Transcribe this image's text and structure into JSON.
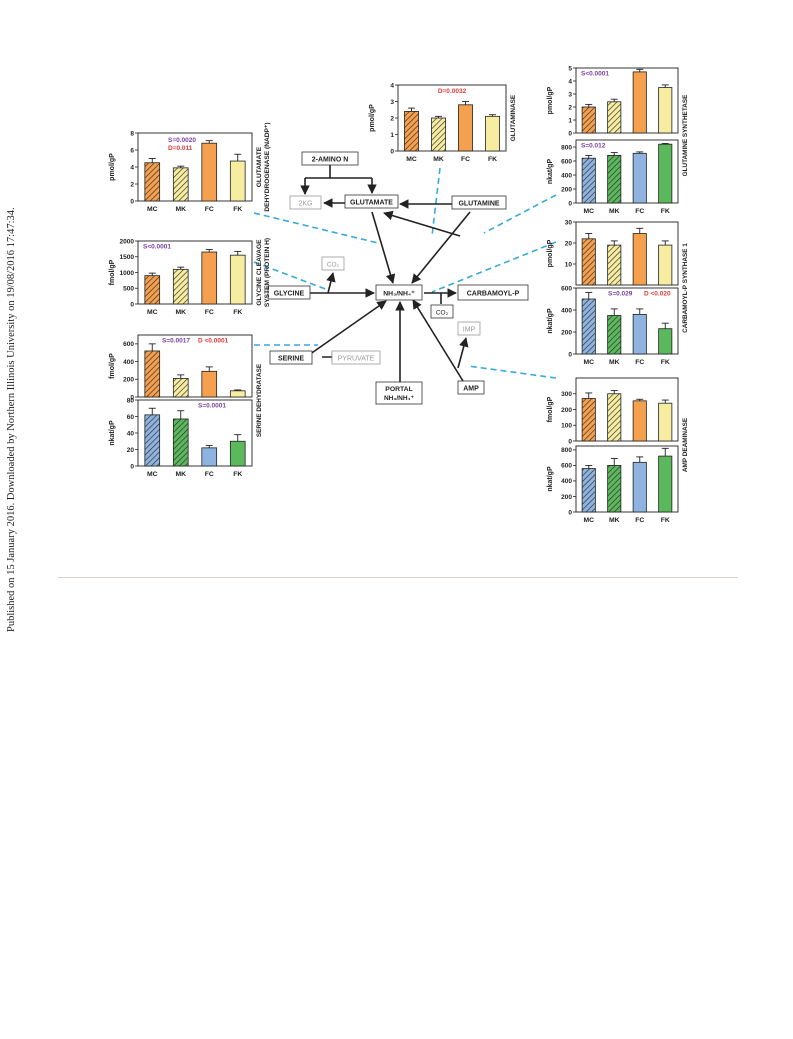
{
  "side_note": "Published on 15 January 2016. Downloaded by Northern Illinois University on 19/08/2016 17:47:34.",
  "colors": {
    "orange": "#F5A04E",
    "orange_dark": "#E8843A",
    "yellow": "#F7EDA0",
    "blue": "#8FB3E0",
    "green": "#5CB85C",
    "stat_purple": "#7B3FA0",
    "stat_red": "#E23A3A",
    "dash_line": "#38A9DC"
  },
  "nodes": {
    "amino": "2-AMINO N",
    "kg": "2KG",
    "glutamate": "GLUTAMATE",
    "glutamine": "GLUTAMINE",
    "co2_top": "CO₂",
    "glycine": "GLYCINE",
    "nh": "NH₃/NH₄⁺",
    "carbamoyl": "CARBAMOYL-P",
    "co2_mid": "CO₂",
    "imp": "IMP",
    "serine": "SERINE",
    "pyruvate": "PYRUVATE",
    "portal_1": "PORTAL",
    "portal_2": "NH₃/NH₄⁺",
    "amp": "AMP"
  },
  "chart_data": [
    {
      "type": "bar",
      "id": "gdh",
      "title": "GLUTAMATE DEHYDROGENASE (NADP⁺)",
      "ylabel": "pmol/gP",
      "categories": [
        "MC",
        "MK",
        "FC",
        "FK"
      ],
      "values": [
        4.5,
        3.9,
        6.8,
        4.7
      ],
      "errors": [
        0.5,
        0.2,
        0.3,
        0.8
      ],
      "ylim": [
        0,
        8
      ],
      "yticks": [
        0,
        2,
        4,
        6,
        8
      ],
      "fills": [
        "orange",
        "yellow",
        "orange",
        "yellow"
      ],
      "hatched": [
        true,
        true,
        false,
        false
      ],
      "stats": [
        {
          "text": "S=0.0020",
          "color": "purple"
        },
        {
          "text": "D=0.011",
          "color": "red"
        }
      ],
      "show_xlabels": true
    },
    {
      "type": "bar",
      "id": "gcs",
      "title": "GLYCINE CLEAVAGE SYSTEM (PROTEIN H)",
      "ylabel": "fmol/gP",
      "categories": [
        "MC",
        "MK",
        "FC",
        "FK"
      ],
      "values": [
        900,
        1100,
        1650,
        1550
      ],
      "errors": [
        80,
        70,
        80,
        120
      ],
      "ylim": [
        0,
        2000
      ],
      "yticks": [
        0,
        500,
        1000,
        1500,
        2000
      ],
      "fills": [
        "orange",
        "yellow",
        "orange",
        "yellow"
      ],
      "hatched": [
        true,
        true,
        false,
        false
      ],
      "stats": [
        {
          "text": "S<0.0001",
          "color": "purple"
        }
      ],
      "show_xlabels": true
    },
    {
      "type": "bar",
      "id": "sdh_prot",
      "title": "SERINE DEHYDRATASE",
      "ylabel": "fmol/gP",
      "categories": [
        "MC",
        "MK",
        "FC",
        "FK"
      ],
      "values": [
        520,
        210,
        290,
        70
      ],
      "errors": [
        80,
        40,
        50,
        10
      ],
      "ylim": [
        0,
        700
      ],
      "yticks": [
        0,
        200,
        400,
        600
      ],
      "fills": [
        "orange",
        "yellow",
        "orange",
        "yellow"
      ],
      "hatched": [
        true,
        true,
        false,
        false
      ],
      "stats": [
        {
          "text": "S=0.0017",
          "color": "purple"
        },
        {
          "text": "D <0.0001",
          "color": "red"
        }
      ],
      "show_xlabels": false
    },
    {
      "type": "bar",
      "id": "sdh_act",
      "title": "",
      "ylabel": "nkat/gP",
      "categories": [
        "MC",
        "MK",
        "FC",
        "FK"
      ],
      "values": [
        62,
        57,
        22,
        30
      ],
      "errors": [
        8,
        10,
        3,
        8
      ],
      "ylim": [
        0,
        80
      ],
      "yticks": [
        0,
        20,
        40,
        60,
        80
      ],
      "fills": [
        "blue",
        "green",
        "blue",
        "green"
      ],
      "hatched": [
        true,
        true,
        false,
        false
      ],
      "stats": [
        {
          "text": "S=0.0001",
          "color": "purple"
        }
      ],
      "show_xlabels": true
    },
    {
      "type": "bar",
      "id": "gls",
      "title": "GLUTAMINASE",
      "ylabel": "pmol/gP",
      "categories": [
        "MC",
        "MK",
        "FC",
        "FK"
      ],
      "values": [
        2.4,
        2.0,
        2.8,
        2.1
      ],
      "errors": [
        0.2,
        0.1,
        0.2,
        0.1
      ],
      "ylim": [
        0,
        4
      ],
      "yticks": [
        0,
        1,
        2,
        3,
        4
      ],
      "fills": [
        "orange",
        "yellow",
        "orange",
        "yellow"
      ],
      "hatched": [
        true,
        true,
        false,
        false
      ],
      "stats": [
        {
          "text": "D=0.0032",
          "color": "red"
        }
      ],
      "show_xlabels": true
    },
    {
      "type": "bar",
      "id": "gs_prot",
      "title": "GLUTAMINE SYNTHETASE",
      "ylabel": "pmol/gP",
      "categories": [
        "MC",
        "MK",
        "FC",
        "FK"
      ],
      "values": [
        2.0,
        2.4,
        4.7,
        3.5
      ],
      "errors": [
        0.2,
        0.2,
        0.2,
        0.2
      ],
      "ylim": [
        0,
        5
      ],
      "yticks": [
        0,
        1,
        2,
        3,
        4,
        5
      ],
      "fills": [
        "orange",
        "yellow",
        "orange",
        "yellow"
      ],
      "hatched": [
        true,
        true,
        false,
        false
      ],
      "stats": [
        {
          "text": "S<0.0001",
          "color": "purple"
        }
      ],
      "show_xlabels": false
    },
    {
      "type": "bar",
      "id": "gs_act",
      "title": "",
      "ylabel": "nkat/gP",
      "categories": [
        "MC",
        "MK",
        "FC",
        "FK"
      ],
      "values": [
        640,
        680,
        710,
        840
      ],
      "errors": [
        40,
        40,
        20,
        10
      ],
      "ylim": [
        0,
        900
      ],
      "yticks": [
        0,
        200,
        400,
        600,
        800
      ],
      "fills": [
        "blue",
        "green",
        "blue",
        "green"
      ],
      "hatched": [
        true,
        true,
        false,
        false
      ],
      "stats": [
        {
          "text": "S=0.012",
          "color": "purple"
        }
      ],
      "show_xlabels": true
    },
    {
      "type": "bar",
      "id": "cps_prot",
      "title": "CARBAMOYL-P SYNTHASE 1",
      "ylabel": "pmol/gP",
      "categories": [
        "MC",
        "MK",
        "FC",
        "FK"
      ],
      "values": [
        22,
        19,
        24.5,
        19
      ],
      "errors": [
        2.5,
        2,
        2.5,
        2
      ],
      "ylim": [
        0,
        30
      ],
      "yticks": [
        10,
        20,
        30
      ],
      "fills": [
        "orange",
        "yellow",
        "orange",
        "yellow"
      ],
      "hatched": [
        true,
        true,
        false,
        false
      ],
      "stats": [],
      "show_xlabels": false
    },
    {
      "type": "bar",
      "id": "cps_act",
      "title": "",
      "ylabel": "nkat/gP",
      "categories": [
        "MC",
        "MK",
        "FC",
        "FK"
      ],
      "values": [
        500,
        350,
        360,
        230
      ],
      "errors": [
        60,
        60,
        50,
        50
      ],
      "ylim": [
        0,
        600
      ],
      "yticks": [
        0,
        200,
        400,
        600
      ],
      "fills": [
        "blue",
        "green",
        "blue",
        "green"
      ],
      "hatched": [
        true,
        true,
        false,
        false
      ],
      "stats": [
        {
          "text": "S=0.029",
          "color": "purple"
        },
        {
          "text": "D <0.020",
          "color": "red"
        }
      ],
      "show_xlabels": true
    },
    {
      "type": "bar",
      "id": "ampd_prot",
      "title": "AMP DEAMINASE",
      "ylabel": "fmol/gP",
      "categories": [
        "MC",
        "MK",
        "FC",
        "FK"
      ],
      "values": [
        270,
        300,
        255,
        240
      ],
      "errors": [
        35,
        20,
        10,
        20
      ],
      "ylim": [
        0,
        400
      ],
      "yticks": [
        0,
        100,
        200,
        300
      ],
      "fills": [
        "orange",
        "yellow",
        "orange",
        "yellow"
      ],
      "hatched": [
        true,
        true,
        false,
        false
      ],
      "stats": [],
      "show_xlabels": false
    },
    {
      "type": "bar",
      "id": "ampd_act",
      "title": "",
      "ylabel": "nkat/gP",
      "categories": [
        "MC",
        "MK",
        "FC",
        "FK"
      ],
      "values": [
        560,
        600,
        640,
        720
      ],
      "errors": [
        40,
        90,
        70,
        100
      ],
      "ylim": [
        0,
        850
      ],
      "yticks": [
        0,
        200,
        400,
        600,
        800
      ],
      "fills": [
        "blue",
        "green",
        "blue",
        "green"
      ],
      "hatched": [
        true,
        true,
        false,
        false
      ],
      "stats": [],
      "show_xlabels": true
    }
  ]
}
